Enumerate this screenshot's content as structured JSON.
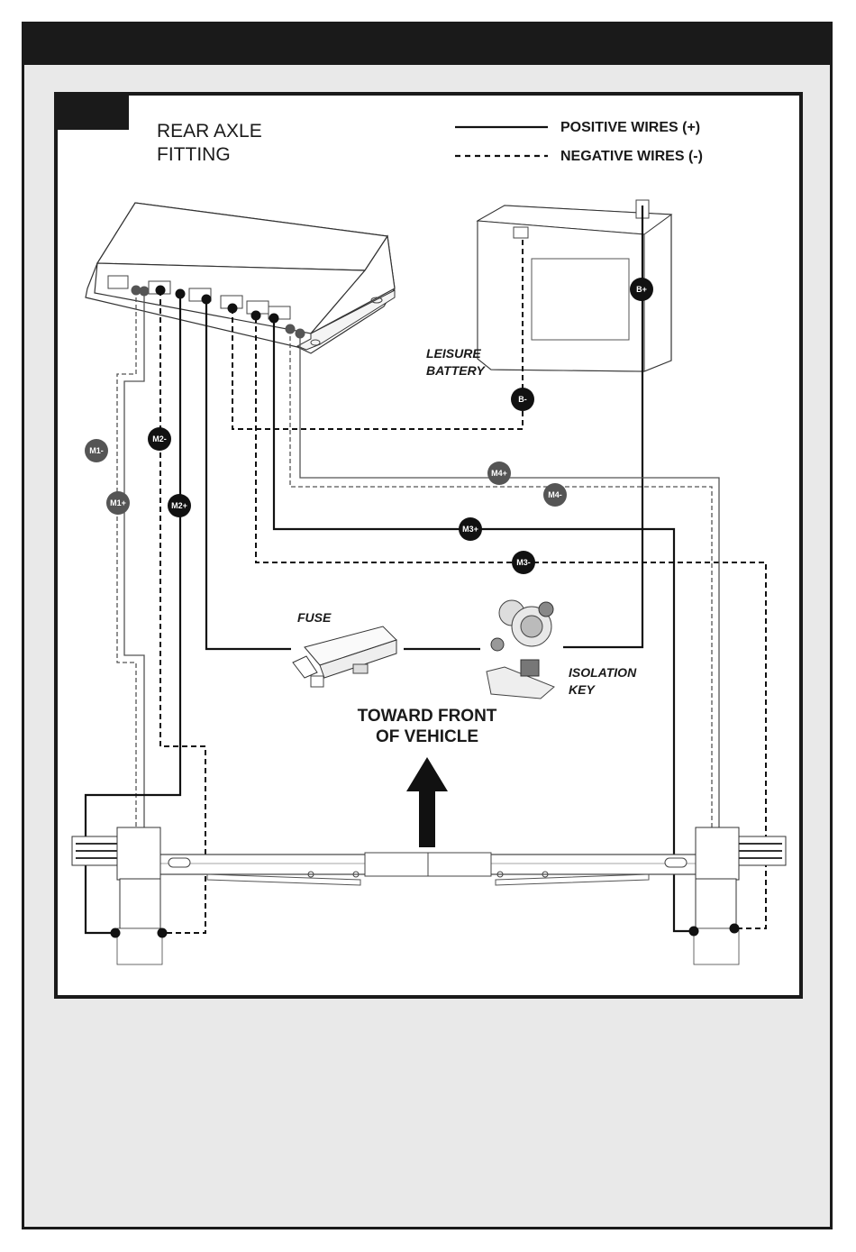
{
  "header": {
    "title": "REAR AXLE FITTING",
    "title_line1": "REAR AXLE",
    "title_line2": "FITTING"
  },
  "legend": {
    "positive": "POSITIVE WIRES (+)",
    "negative": "NEGATIVE WIRES (-)"
  },
  "components": {
    "battery_line1": "LEISURE",
    "battery_line2": "BATTERY",
    "fuse": "FUSE",
    "isolation_line1": "ISOLATION",
    "isolation_line2": "KEY"
  },
  "direction": {
    "line1": "TOWARD FRONT",
    "line2": "OF VEHICLE"
  },
  "wire_labels": {
    "m1_neg": "M1-",
    "m1_pos": "M1+",
    "m2_neg": "M2-",
    "m2_pos": "M2+",
    "m3_pos": "M3+",
    "m3_neg": "M3-",
    "m4_pos": "M4+",
    "m4_neg": "M4-",
    "b_pos": "B+",
    "b_neg": "B-"
  },
  "colors": {
    "dark": "#1a1a1a",
    "grey_badge": "#555555",
    "page_bg": "#e9e9e9"
  }
}
